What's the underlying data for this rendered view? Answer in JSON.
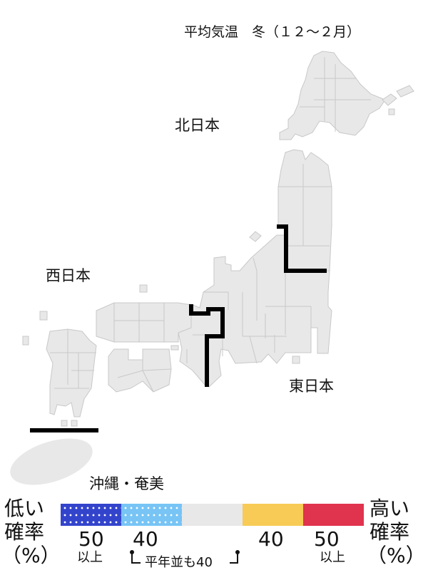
{
  "title": "平均気温　冬（１２～２月）",
  "regions": {
    "north": "北日本",
    "west": "西日本",
    "east": "東日本",
    "okinawa": "沖縄・奄美"
  },
  "legend": {
    "low_label_1": "低い",
    "low_label_2": "確率",
    "low_unit": "（%）",
    "high_label_1": "高い",
    "high_label_2": "確率",
    "high_unit": "（%）",
    "categories": [
      {
        "value": "50",
        "suffix": "以上",
        "color": "#3344cc",
        "pattern": "dots"
      },
      {
        "value": "40",
        "color": "#77c4f5",
        "pattern": "dots"
      },
      {
        "value": "",
        "color": "#e8e8e8"
      },
      {
        "value": "40",
        "color": "#f7cb55"
      },
      {
        "value": "50",
        "suffix": "以上",
        "color": "#e0334d"
      }
    ],
    "normal_note": "平年並も40"
  },
  "map": {
    "fill_color": "#e8e8e8"
  }
}
